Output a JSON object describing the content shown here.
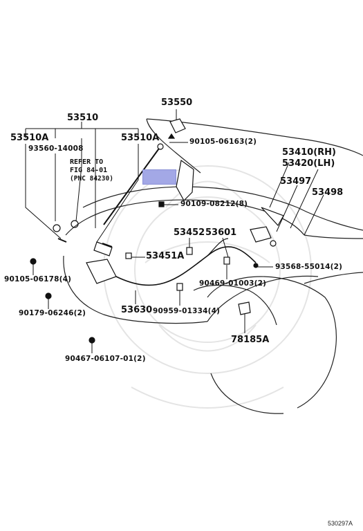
{
  "labels": {
    "p53550": "53550",
    "p53510": "53510",
    "p53510A_left": "53510A",
    "p53510A_right": "53510A",
    "p93560": "93560-14008",
    "refer_note": [
      "REFER TO",
      "FIG 84-01",
      "(PNC 84230)"
    ],
    "p90105_06163": "90105-06163(2)",
    "p53410": "53410(RH)",
    "p53420": "53420(LH)",
    "p53497": "53497",
    "p53498": "53498",
    "p90109": "90109-08212(8)",
    "p53452": "53452",
    "p53601": "53601",
    "p53451A": "53451A",
    "p93568": "93568-55014(2)",
    "p90105_06178": "90105-06178(4)",
    "p90469": "90469-01003(2)",
    "p53630": "53630",
    "p90959": "90959-01334(4)",
    "p90179": "90179-06246(2)",
    "p78185A": "78185A",
    "p90467": "90467-06107-01(2)",
    "catalog_code": "530297A"
  },
  "highlight": {
    "color": "#a3a8e6"
  }
}
